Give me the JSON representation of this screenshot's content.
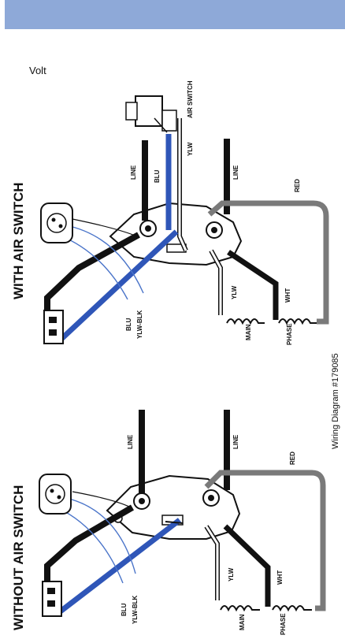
{
  "header": {
    "band_color": "#8ea9d8"
  },
  "top_left_text": "Volt",
  "sections": {
    "with_air_switch": {
      "title": "WITH AIR SWITCH",
      "labels": {
        "air_switch": "AIR SWITCH",
        "ylw": "YLW",
        "blu": "BLU",
        "line_left": "LINE",
        "line_right": "LINE",
        "red": "RED",
        "ylw_lower": "YLW",
        "wht": "WHT",
        "main": "MAIN",
        "phase": "PHASE",
        "blu_bottom": "BLU",
        "ylw_blk": "YLW-BLK"
      }
    },
    "without_air_switch": {
      "title": "WITHOUT AIR SWITCH",
      "labels": {
        "line_left": "LINE",
        "line_right": "LINE",
        "red": "RED",
        "ylw": "YLW",
        "wht": "WHT",
        "main": "MAIN",
        "phase": "PHASE",
        "blu_bottom": "BLU",
        "ylw_blk": "YLW-BLK"
      }
    }
  },
  "caption": "Wiring Diagram #179085",
  "colors": {
    "black_wire": "#111111",
    "blue_wire": "#2f56b8",
    "gray_wire": "#7a7a7a",
    "thin_blue": "#4a74c9"
  }
}
